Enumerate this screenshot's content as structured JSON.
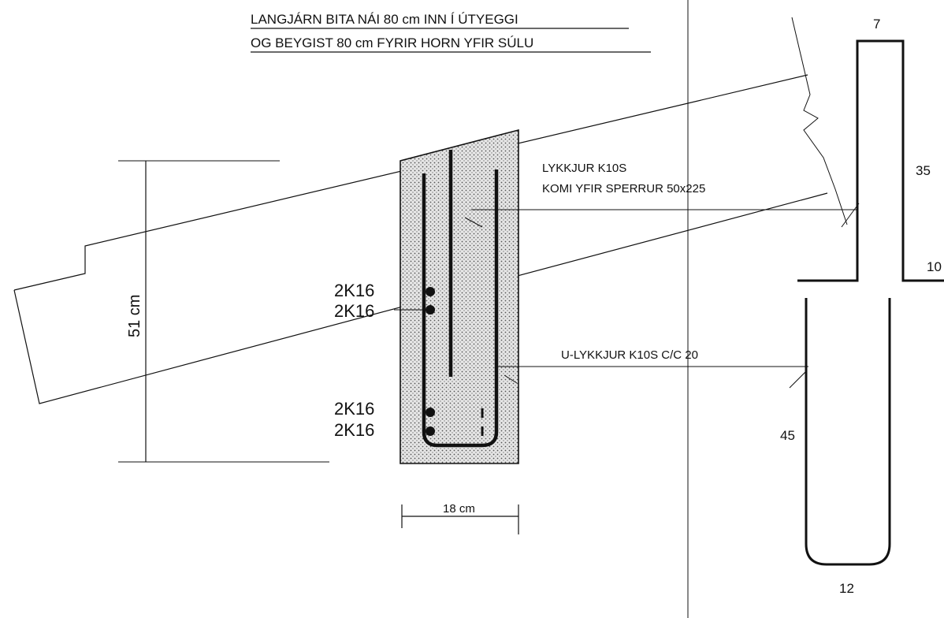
{
  "notes": {
    "line1": "LANGJÁRN BITA NÁI 80 cm INN Í ÚTYEGGI",
    "line2": "OG BEYGIST 80 cm FYRIR HORN YFIR SÚLU"
  },
  "labels": {
    "stirrup_a_line1": "LYKKJUR K10S",
    "stirrup_a_line2": "KOMI YFIR SPERRUR 50x225",
    "stirrup_b": "U-LYKKJUR K10S C/C 20",
    "rebar_1": "2K16",
    "rebar_2": "2K16",
    "rebar_3": "2K16",
    "rebar_4": "2K16",
    "height_dim": "51 cm",
    "width_dim": "18 cm"
  },
  "shape_a": {
    "top": "7",
    "side": "35",
    "foot": "10"
  },
  "shape_b": {
    "side": "45",
    "bottom": "12"
  },
  "colors": {
    "ink": "#111111",
    "concrete_fill": "#d9d9d9",
    "background": "#ffffff"
  }
}
